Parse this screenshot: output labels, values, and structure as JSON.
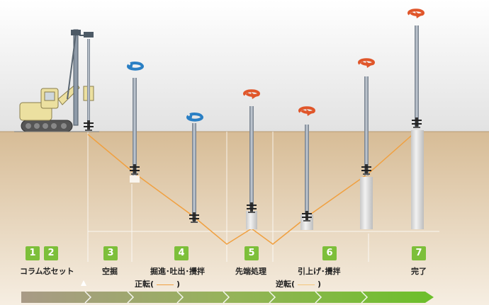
{
  "steps": [
    {
      "num": "1"
    },
    {
      "num": "2",
      "label": "コラム芯セット"
    },
    {
      "num": "3",
      "label": "空掘"
    },
    {
      "num": "4",
      "label": "掘進･吐出･攪拌"
    },
    {
      "num": "5",
      "label": "先端処理"
    },
    {
      "num": "6",
      "label": "引上げ･攪拌"
    },
    {
      "num": "7",
      "label": "完了"
    }
  ],
  "rotation": {
    "forward": {
      "label": "正転(",
      "close": ")"
    },
    "reverse": {
      "label": "逆転(",
      "close": ")"
    }
  },
  "colors": {
    "ground_top": "#d9bf9a",
    "ground_bottom": "#f3e9da",
    "sky_top": "#e2e2e2",
    "machine": "#ece0a0",
    "forward_arrow": "#2a7fc4",
    "reverse_arrow": "#e0562a",
    "path": "#f0a040",
    "badge": "#7dbf3a"
  }
}
